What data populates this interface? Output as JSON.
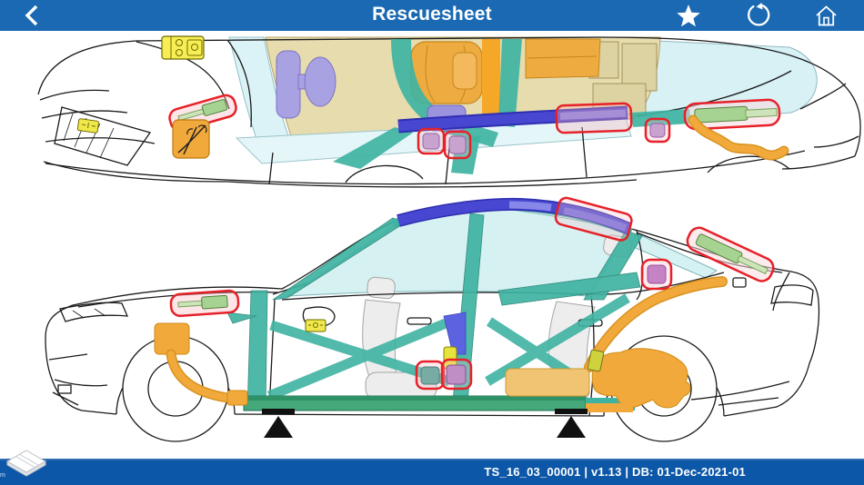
{
  "header": {
    "title": "Rescuesheet",
    "back_icon": "chevron-left-icon",
    "actions": [
      {
        "name": "favorite",
        "icon": "star-icon"
      },
      {
        "name": "reload",
        "icon": "refresh-icon"
      },
      {
        "name": "home",
        "icon": "home-icon"
      }
    ]
  },
  "footer": {
    "info_text": "TS_16_03_00001 | v1.13 | DB: 01-Dec-2021-01",
    "document_id": "TS_16_03_00001",
    "version": "v1.13",
    "database_date": "01-Dec-2021-01",
    "logo_icon": "rescue-sheet-stack-icon",
    "watermark_fragment": "m"
  },
  "diagrams": {
    "views": [
      {
        "id": "top-view",
        "elements": [
          "12v-battery",
          "warning-label",
          "hood-gas-strut",
          "cutter-zone",
          "steering-column",
          "front-seat",
          "rear-seat",
          "b-pillar-reinforcement",
          "curtain-airbag",
          "srs-units",
          "tailgate-gas-strut",
          "hv-cable",
          "windshield",
          "rear-window"
        ]
      },
      {
        "id": "side-view",
        "elements": [
          "hood-gas-strut",
          "hv-front-unit",
          "hv-cable",
          "hinge-pillar-reinforcement",
          "a-pillar-reinforcement",
          "b-pillar-reinforcement",
          "c-pillar-reinforcement",
          "door-beams",
          "sill-reinforcement",
          "curtain-airbag",
          "seatbelt-pretensioner",
          "srs-units",
          "tailgate-gas-strut",
          "rear-motor",
          "jack-points",
          "seats",
          "glazing"
        ]
      }
    ],
    "colors": {
      "header_bar": "#1b69b3",
      "footer_bar": "#0d57a8",
      "reinforcement_teal": "#3fb3a2",
      "airbag_blue": "#4747d1",
      "hazard_outline_red": "#e62129",
      "high_voltage_orange": "#f2a93b",
      "glass_cyan": "#d6f1f1",
      "interior_beige": "#e7dcae",
      "srs_purple": "#c9a3cf",
      "gas_strut_green": "#a6d292",
      "label_yellow": "#f3ea49",
      "seat_gray": "#ededed",
      "sill_green": "#44a87b",
      "seat_orange": "#eeab3f"
    }
  }
}
